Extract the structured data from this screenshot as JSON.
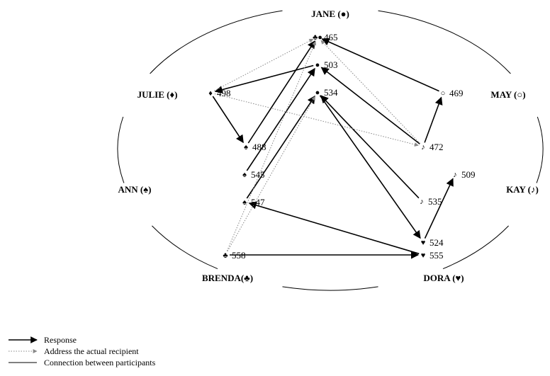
{
  "participants": [
    {
      "key": "jane",
      "name": "JANE (●)"
    },
    {
      "key": "may",
      "name": "MAY (○)"
    },
    {
      "key": "kay",
      "name": "KAY (♪)"
    },
    {
      "key": "dora",
      "name": "DORA (♥)"
    },
    {
      "key": "brenda",
      "name": "BRENDA(♣)"
    },
    {
      "key": "ann",
      "name": "ANN (♠)"
    },
    {
      "key": "julie",
      "name": "JULIE (♦)"
    }
  ],
  "nodes": [
    {
      "id": "465",
      "label": "465",
      "symbol": "♣●"
    },
    {
      "id": "503",
      "label": "503",
      "symbol": "●"
    },
    {
      "id": "534",
      "label": "534",
      "symbol": "●"
    },
    {
      "id": "469",
      "label": "469",
      "symbol": "○"
    },
    {
      "id": "498",
      "label": "498",
      "symbol": "♦"
    },
    {
      "id": "472",
      "label": "472",
      "symbol": "♪"
    },
    {
      "id": "488",
      "label": "488",
      "symbol": "♠"
    },
    {
      "id": "509",
      "label": "509",
      "symbol": "♪"
    },
    {
      "id": "545",
      "label": "545",
      "symbol": "♠"
    },
    {
      "id": "535",
      "label": "535",
      "symbol": "♪"
    },
    {
      "id": "547",
      "label": "547",
      "symbol": "♠"
    },
    {
      "id": "524",
      "label": "524",
      "symbol": "♥"
    },
    {
      "id": "558",
      "label": "558",
      "symbol": "♣"
    },
    {
      "id": "555",
      "label": "555",
      "symbol": "♥"
    }
  ],
  "edges": [
    {
      "from": "469",
      "to": "465",
      "kind": "response"
    },
    {
      "from": "472",
      "to": "469",
      "kind": "response"
    },
    {
      "from": "472",
      "to": "503",
      "kind": "response"
    },
    {
      "from": "503",
      "to": "498",
      "kind": "response"
    },
    {
      "from": "498",
      "to": "488",
      "kind": "response"
    },
    {
      "from": "488",
      "to": "465",
      "kind": "response"
    },
    {
      "from": "545",
      "to": "503",
      "kind": "response"
    },
    {
      "from": "547",
      "to": "534",
      "kind": "response"
    },
    {
      "from": "535",
      "to": "534",
      "kind": "response"
    },
    {
      "from": "534",
      "to": "524",
      "kind": "response"
    },
    {
      "from": "524",
      "to": "509",
      "kind": "response"
    },
    {
      "from": "555",
      "to": "547",
      "kind": "response"
    },
    {
      "from": "558",
      "to": "555",
      "kind": "response"
    },
    {
      "from": "498",
      "to": "465",
      "kind": "address"
    },
    {
      "from": "498",
      "to": "472",
      "kind": "address"
    },
    {
      "from": "472",
      "to": "465",
      "kind": "address"
    },
    {
      "from": "558",
      "to": "465",
      "kind": "address"
    },
    {
      "from": "558",
      "to": "534",
      "kind": "address"
    }
  ],
  "legend": [
    {
      "kind": "response",
      "label": "Response"
    },
    {
      "kind": "address",
      "label": "Address the actual recipient"
    },
    {
      "kind": "connection",
      "label": "Connection between participants"
    }
  ]
}
